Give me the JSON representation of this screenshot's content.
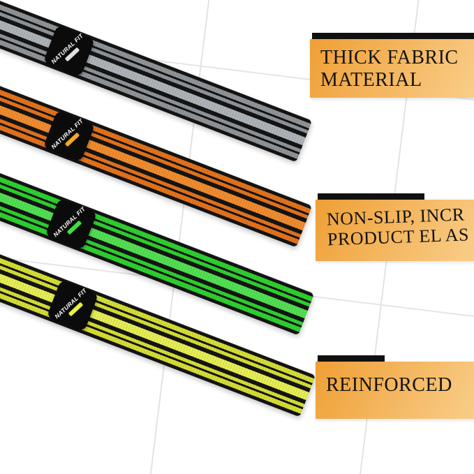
{
  "product": {
    "bands": [
      {
        "id": "gray",
        "label": "NATURAL FIT",
        "color": "#8f9499",
        "color_light": "#aeb3b8",
        "badge_color": "#e0e0e0"
      },
      {
        "id": "orange",
        "label": "NATURAL FIT",
        "color": "#e4731c",
        "color_light": "#f08c2e",
        "badge_color": "#f5a623"
      },
      {
        "id": "green",
        "label": "NATURAL FIT",
        "color": "#2ed12e",
        "color_light": "#52df52",
        "badge_color": "#3ee03e"
      },
      {
        "id": "yellow",
        "label": "NATURAL FIT",
        "color": "#d6de35",
        "color_light": "#e6ee55",
        "badge_color": "#e8f044"
      }
    ],
    "callouts": [
      {
        "lines": [
          "THICK FABRIC",
          "MATERIAL"
        ]
      },
      {
        "lines": [
          "NON-SLIP, INCR",
          "PRODUCT EL AS"
        ]
      },
      {
        "lines": [
          "REINFORCED"
        ]
      }
    ],
    "colors": {
      "callout_gradient_start": "#ef9f35",
      "callout_gradient_end": "#f9ce8a",
      "bar": "#101010"
    }
  }
}
